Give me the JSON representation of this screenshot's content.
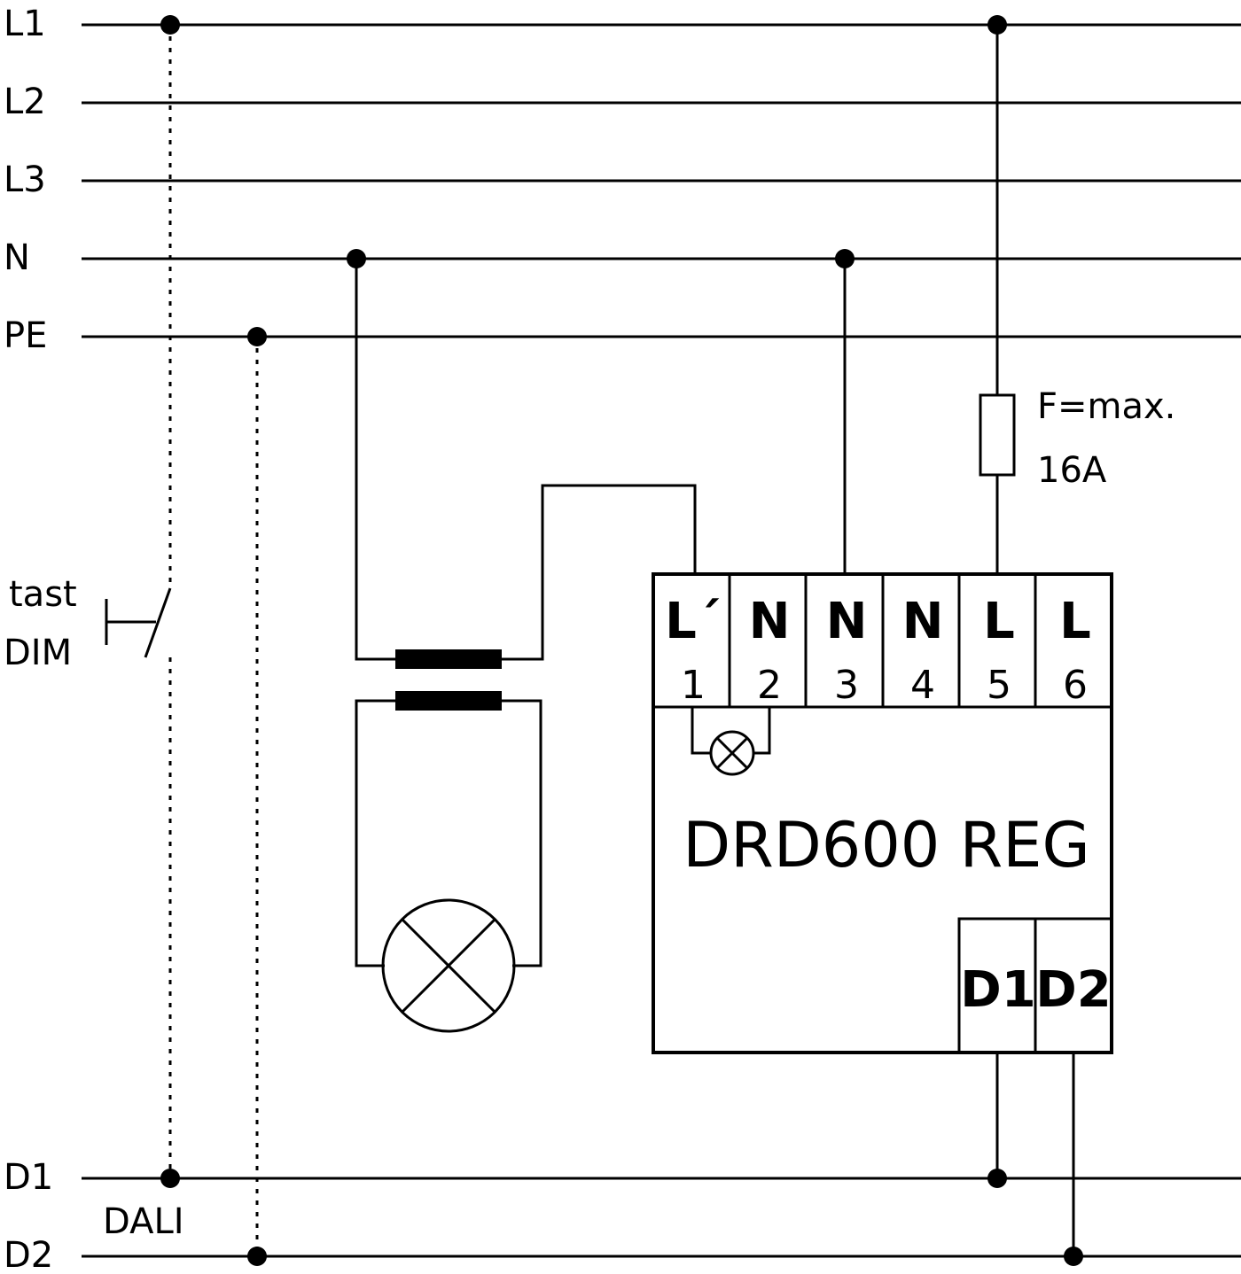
{
  "buses": [
    {
      "id": "L1",
      "label": "L1"
    },
    {
      "id": "L2",
      "label": "L2"
    },
    {
      "id": "L3",
      "label": "L3"
    },
    {
      "id": "N",
      "label": "N"
    },
    {
      "id": "PE",
      "label": "PE"
    },
    {
      "id": "D1",
      "label": "D1"
    },
    {
      "id": "D2",
      "label": "D2"
    }
  ],
  "switch": {
    "line1": "tast",
    "line2": "DIM"
  },
  "dali_label": "DALI",
  "fuse": {
    "line1": "F=max.",
    "line2": "16A"
  },
  "device": {
    "name": "DRD600 REG",
    "terminals": [
      {
        "name": "L´",
        "number": "1"
      },
      {
        "name": "N",
        "number": "2"
      },
      {
        "name": "N",
        "number": "3"
      },
      {
        "name": "N",
        "number": "4"
      },
      {
        "name": "L",
        "number": "5"
      },
      {
        "name": "L",
        "number": "6"
      }
    ],
    "dali_terminals": [
      {
        "name": "D1"
      },
      {
        "name": "D2"
      }
    ]
  }
}
